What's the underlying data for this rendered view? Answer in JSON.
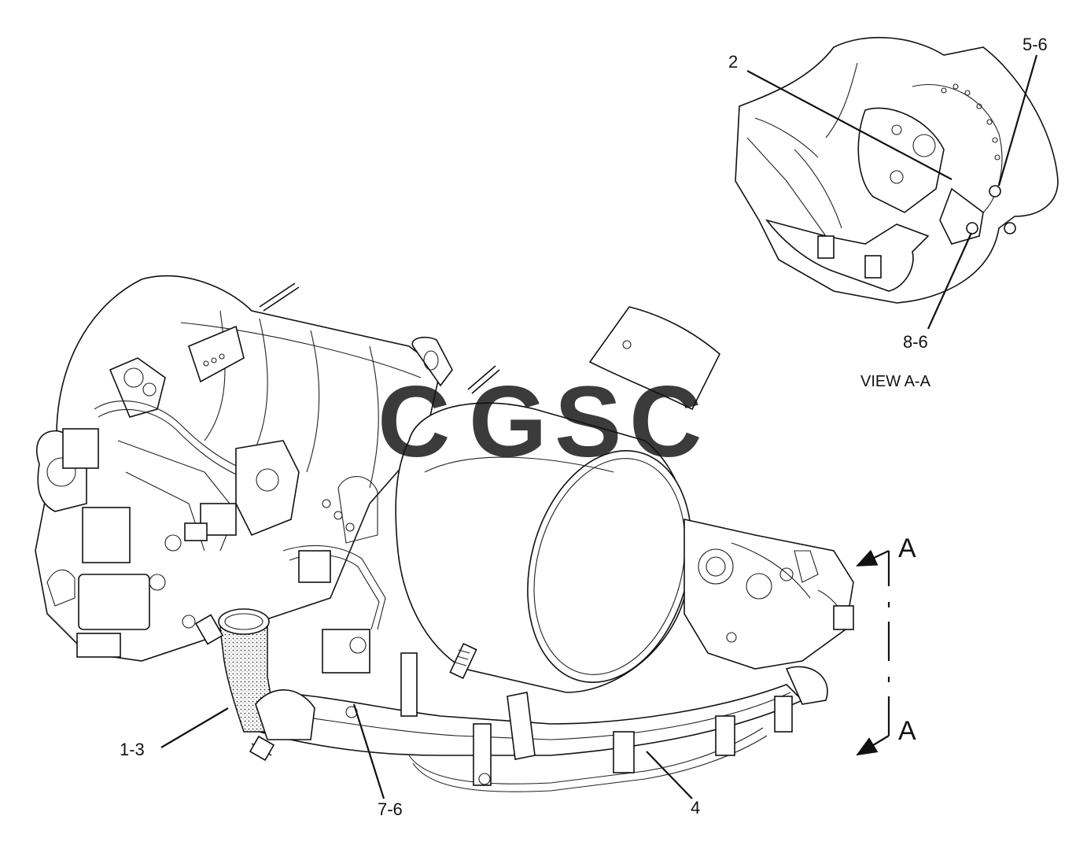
{
  "callouts": {
    "c1": "1-3",
    "c2": "2",
    "c4": "4",
    "c5": "5-6",
    "c7": "7-6",
    "c8": "8-6"
  },
  "view": {
    "title": "VIEW A-A"
  },
  "section": {
    "top": "A",
    "bottom": "A"
  },
  "watermark": {
    "letters": [
      "C",
      "G",
      "S",
      "C"
    ],
    "colors": [
      "#4e8ef7",
      "#f07b72",
      "#f8d060",
      "#4fae7e"
    ]
  }
}
